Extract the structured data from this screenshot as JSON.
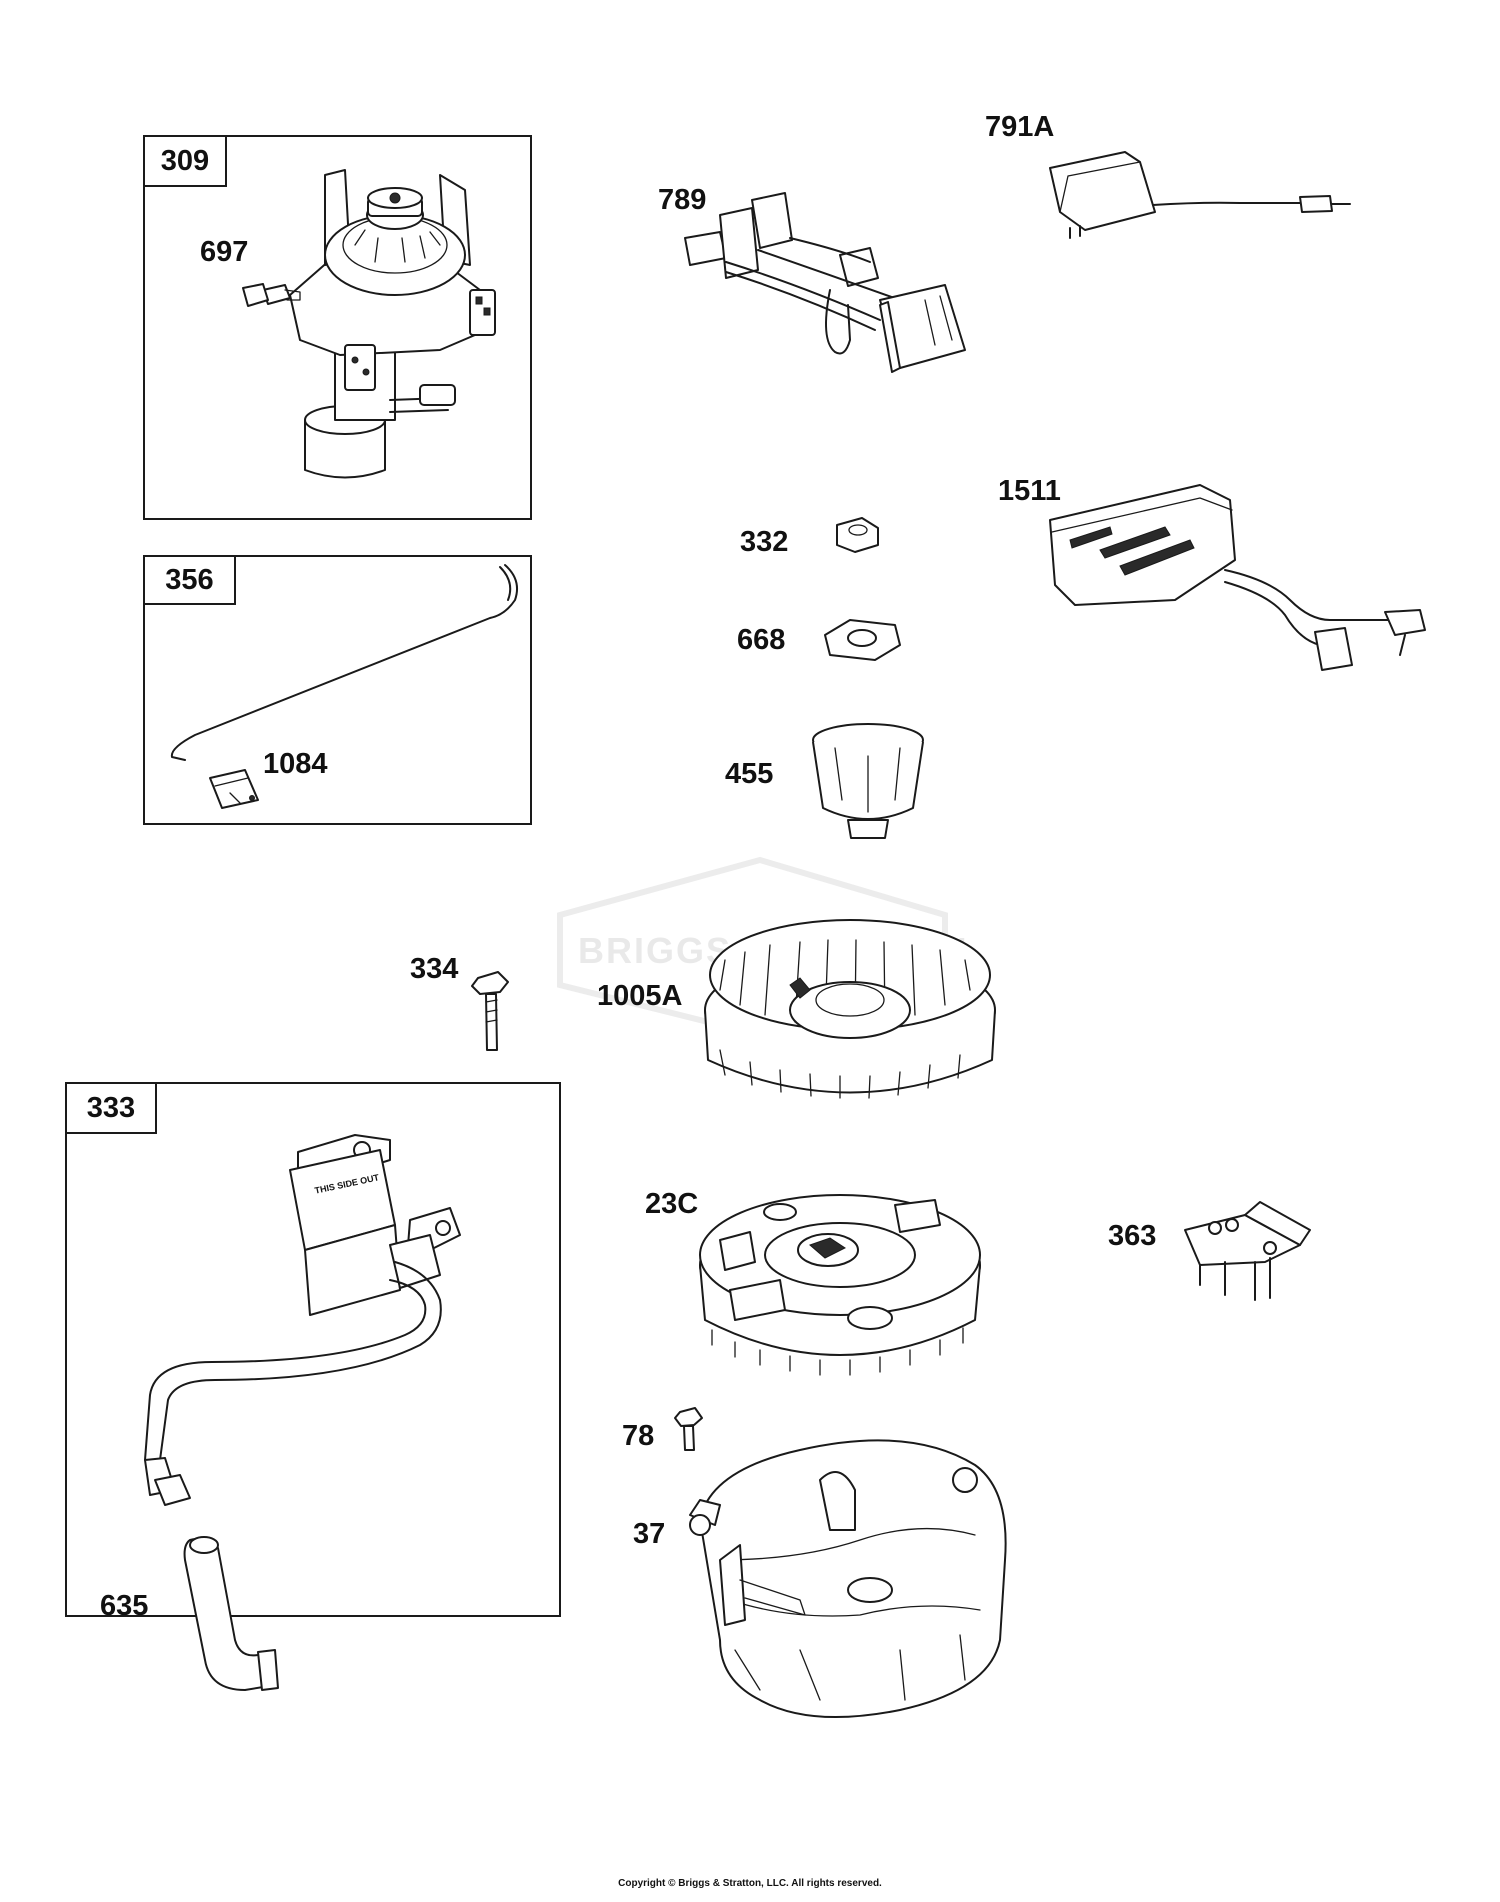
{
  "callouts": {
    "c309": "309",
    "c697": "697",
    "c356": "356",
    "c1084": "1084",
    "c333": "333",
    "c635": "635",
    "c334": "334",
    "c789": "789",
    "c791A": "791A",
    "c1511": "1511",
    "c332": "332",
    "c668": "668",
    "c455": "455",
    "c1005A": "1005A",
    "c23C": "23C",
    "c363": "363",
    "c78": "78",
    "c37": "37"
  },
  "coil_print": "THIS SIDE OUT",
  "watermark": "BRIGGS&STRATTON",
  "copyright": "Copyright © Briggs & Stratton, LLC. All rights reserved."
}
